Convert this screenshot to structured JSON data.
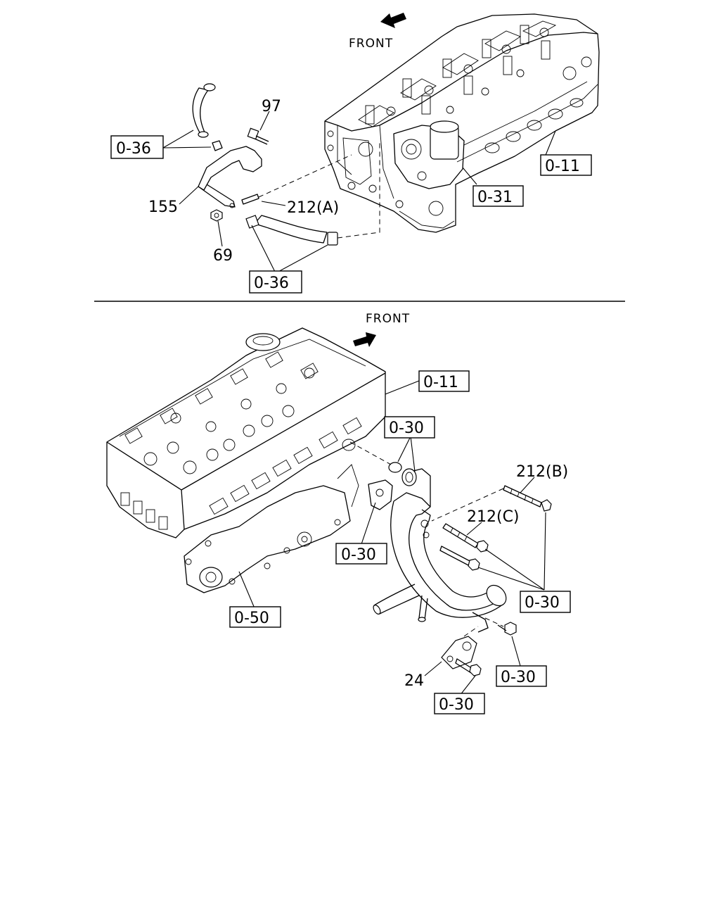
{
  "top_section": {
    "front_label": "FRONT",
    "callouts": {
      "ref_036_left": "0-36",
      "ref_036_bottom": "0-36",
      "ref_011": "0-11",
      "ref_031": "0-31",
      "part_97": "97",
      "part_155": "155",
      "part_212a": "212(A)",
      "part_69": "69"
    }
  },
  "bottom_section": {
    "front_label": "FRONT",
    "callouts": {
      "ref_011": "0-11",
      "ref_030_gasket": "0-30",
      "ref_030_flange": "0-30",
      "ref_030_bolts": "0-30",
      "ref_030_right_bolt": "0-30",
      "ref_030_bottom_bolt": "0-30",
      "ref_050": "0-50",
      "part_212b": "212(B)",
      "part_212c": "212(C)",
      "part_24": "24"
    }
  },
  "icons": {
    "front_arrow_top": "arrow-left-down-icon",
    "front_arrow_bottom": "arrow-right-up-icon"
  }
}
